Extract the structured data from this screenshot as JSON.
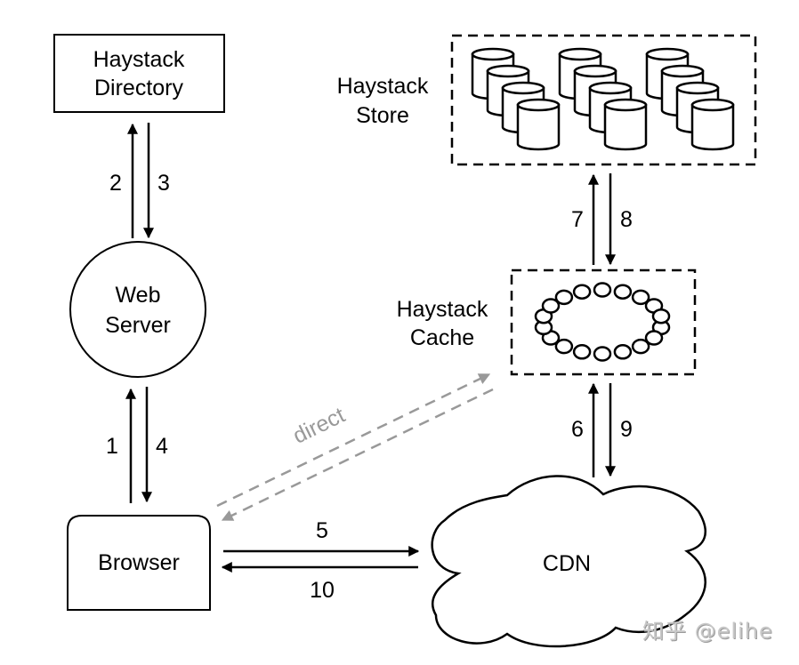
{
  "title": "Haystack photo serving architecture",
  "nodes": {
    "directory": {
      "line1": "Haystack",
      "line2": "Directory"
    },
    "web_server": {
      "line1": "Web",
      "line2": "Server"
    },
    "browser": {
      "label": "Browser"
    },
    "store": {
      "line1": "Haystack",
      "line2": "Store",
      "cylinder_groups": 3,
      "cylinders_per_group": 4
    },
    "cache": {
      "line1": "Haystack",
      "line2": "Cache",
      "ring_nodes": 18
    },
    "cdn": {
      "label": "CDN"
    }
  },
  "edges": [
    {
      "id": "1",
      "label": "1",
      "from": "Browser",
      "to": "Web Server"
    },
    {
      "id": "2",
      "label": "2",
      "from": "Web Server",
      "to": "Haystack Directory"
    },
    {
      "id": "3",
      "label": "3",
      "from": "Haystack Directory",
      "to": "Web Server"
    },
    {
      "id": "4",
      "label": "4",
      "from": "Web Server",
      "to": "Browser"
    },
    {
      "id": "5",
      "label": "5",
      "from": "Browser",
      "to": "CDN"
    },
    {
      "id": "6",
      "label": "6",
      "from": "CDN",
      "to": "Haystack Cache"
    },
    {
      "id": "7",
      "label": "7",
      "from": "Haystack Cache",
      "to": "Haystack Store"
    },
    {
      "id": "8",
      "label": "8",
      "from": "Haystack Store",
      "to": "Haystack Cache"
    },
    {
      "id": "9",
      "label": "9",
      "from": "Haystack Cache",
      "to": "CDN"
    },
    {
      "id": "10",
      "label": "10",
      "from": "CDN",
      "to": "Browser"
    }
  ],
  "direct_edge": {
    "label": "direct",
    "from": "Browser",
    "to": "Haystack Cache",
    "color": "#999999"
  },
  "watermark": "知乎 @elihe"
}
